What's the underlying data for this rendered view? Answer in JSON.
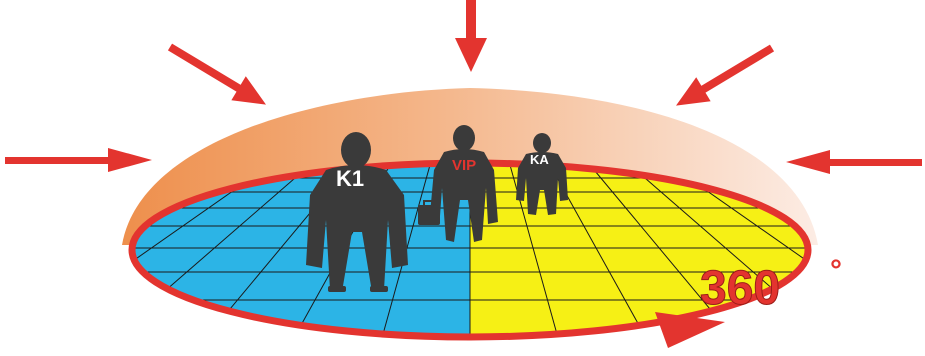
{
  "labels": {
    "k1": "K1",
    "vip": "VIP",
    "ka": "KA",
    "angle": "360",
    "degree": "°"
  },
  "colors": {
    "dome_left": "#f09a5a",
    "dome_right": "#fbe6dc",
    "floor_blue": "#2cb4e6",
    "floor_yellow": "#f6f015",
    "arrow_red": "#e3342f",
    "silhouette": "#3a3a3a",
    "vip_text": "#e3342f",
    "label_white": "#ffffff"
  },
  "icons": {
    "arrows": "red-arrow-icon",
    "people": "person-silhouette-icon",
    "briefcase": "briefcase-icon",
    "rotation": "rotation-arrow-icon"
  }
}
